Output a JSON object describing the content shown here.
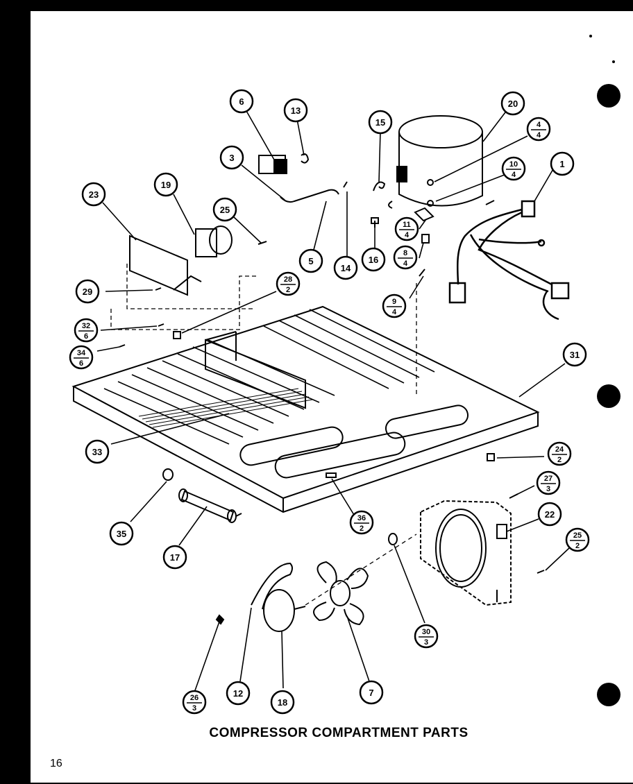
{
  "title": "COMPRESSOR COMPARTMENT PARTS",
  "page_number": "16",
  "callouts": [
    {
      "id": "c1",
      "num": "1"
    },
    {
      "id": "c3",
      "num": "3"
    },
    {
      "id": "c5",
      "num": "5"
    },
    {
      "id": "c6",
      "num": "6"
    },
    {
      "id": "c7",
      "num": "7"
    },
    {
      "id": "c12",
      "num": "12"
    },
    {
      "id": "c13",
      "num": "13"
    },
    {
      "id": "c14",
      "num": "14"
    },
    {
      "id": "c15",
      "num": "15"
    },
    {
      "id": "c16",
      "num": "16"
    },
    {
      "id": "c17",
      "num": "17"
    },
    {
      "id": "c18",
      "num": "18"
    },
    {
      "id": "c19",
      "num": "19"
    },
    {
      "id": "c20",
      "num": "20"
    },
    {
      "id": "c22",
      "num": "22"
    },
    {
      "id": "c23",
      "num": "23"
    },
    {
      "id": "c25a",
      "num": "25"
    },
    {
      "id": "c29",
      "num": "29"
    },
    {
      "id": "c31",
      "num": "31"
    },
    {
      "id": "c33",
      "num": "33"
    },
    {
      "id": "c35",
      "num": "35"
    },
    {
      "id": "f4",
      "num": "4",
      "den": "4"
    },
    {
      "id": "f10",
      "num": "10",
      "den": "4"
    },
    {
      "id": "f11",
      "num": "11",
      "den": "4"
    },
    {
      "id": "f8",
      "num": "8",
      "den": "4"
    },
    {
      "id": "f9",
      "num": "9",
      "den": "4"
    },
    {
      "id": "f28",
      "num": "28",
      "den": "2"
    },
    {
      "id": "f32",
      "num": "32",
      "den": "6"
    },
    {
      "id": "f34",
      "num": "34",
      "den": "6"
    },
    {
      "id": "f24",
      "num": "24",
      "den": "2"
    },
    {
      "id": "f27",
      "num": "27",
      "den": "3"
    },
    {
      "id": "f25b",
      "num": "25",
      "den": "2"
    },
    {
      "id": "f36",
      "num": "36",
      "den": "2"
    },
    {
      "id": "f30",
      "num": "30",
      "den": "3"
    },
    {
      "id": "f26",
      "num": "26",
      "den": "3"
    }
  ]
}
